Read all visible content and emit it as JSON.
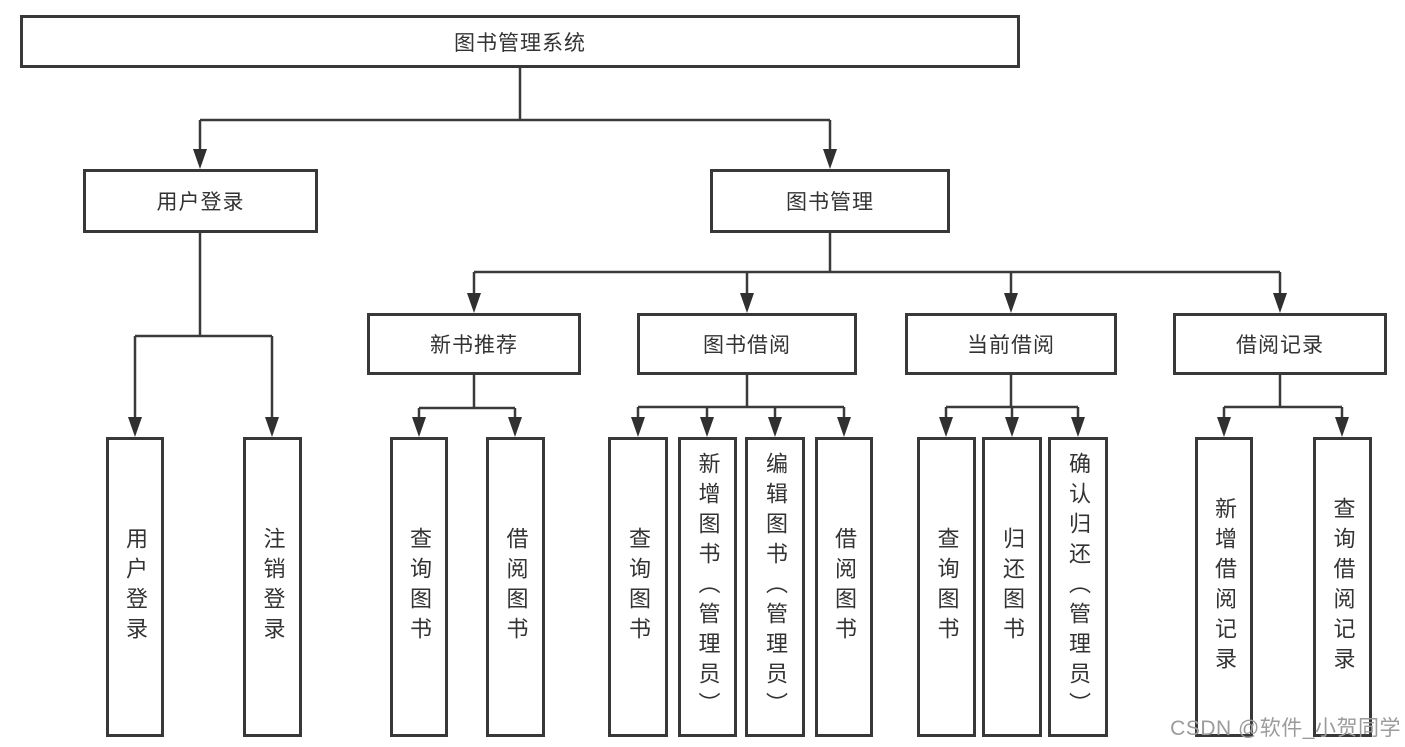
{
  "diagram_type": "functional-hierarchy",
  "root": {
    "label": "图书管理系统"
  },
  "branches": [
    {
      "label": "用户登录",
      "children": [
        {
          "label": "用户登录"
        },
        {
          "label": "注销登录"
        }
      ]
    },
    {
      "label": "图书管理",
      "children": [
        {
          "label": "新书推荐",
          "children": [
            {
              "label": "查询图书"
            },
            {
              "label": "借阅图书"
            }
          ]
        },
        {
          "label": "图书借阅",
          "children": [
            {
              "label": "查询图书"
            },
            {
              "label": "新增图书（管理员）"
            },
            {
              "label": "编辑图书（管理员）"
            },
            {
              "label": "借阅图书"
            }
          ]
        },
        {
          "label": "当前借阅",
          "children": [
            {
              "label": "查询图书"
            },
            {
              "label": "归还图书"
            },
            {
              "label": "确认归还（管理员）"
            }
          ]
        },
        {
          "label": "借阅记录",
          "children": [
            {
              "label": "新增借阅记录"
            },
            {
              "label": "查询借阅记录"
            }
          ]
        }
      ]
    }
  ],
  "watermark": "CSDN @软件_小贺同学",
  "colors": {
    "background": "#ffffff",
    "box_border": "#383838",
    "line": "#3a3a3a",
    "text": "#333333",
    "watermark": "#9b9b9b"
  }
}
